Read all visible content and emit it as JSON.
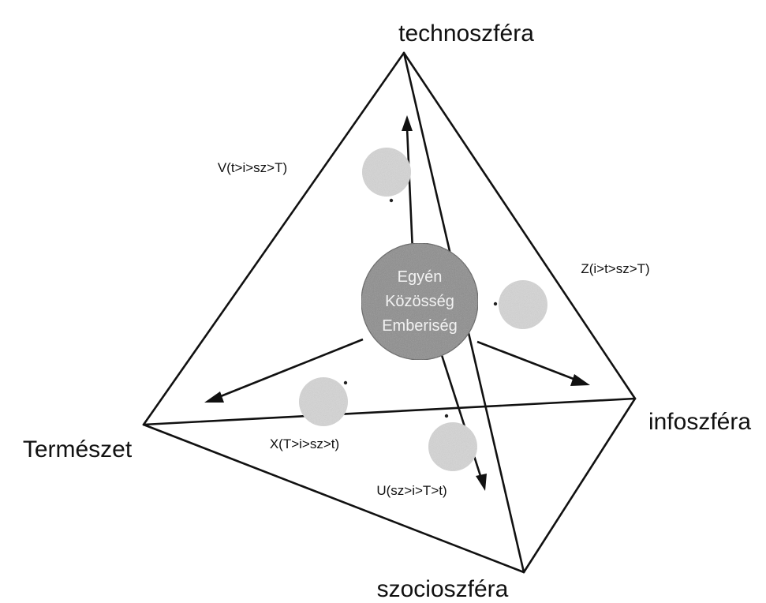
{
  "vertices": {
    "top": "technoszféra",
    "right": "infoszféra",
    "left": "Természet",
    "bottom": "szocioszféra"
  },
  "center": {
    "lines": [
      "Egyén",
      "Közösség",
      "Emberiség"
    ],
    "color": "#8a8a8a"
  },
  "nodes": {
    "v": "V(t>i>sz>T)",
    "z": "Z(i>t>sz>T)",
    "x": "X(T>i>sz>t)",
    "u": "U(sz>i>T>t)",
    "color": "#d6d6d6"
  }
}
